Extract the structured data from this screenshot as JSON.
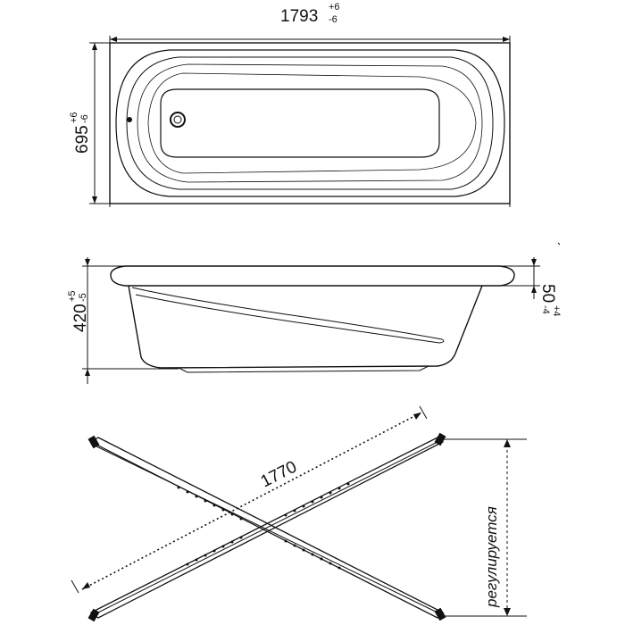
{
  "top_view": {
    "length": {
      "value": "1793",
      "tol_plus": "+6",
      "tol_minus": "-6"
    },
    "width": {
      "value": "695",
      "tol_plus": "+6",
      "tol_minus": "-6"
    }
  },
  "side_view": {
    "height": {
      "value": "420",
      "tol_plus": "+5",
      "tol_minus": "-5"
    },
    "rim": {
      "value": "50",
      "tol_plus": "+4",
      "tol_minus": "-4"
    }
  },
  "frame": {
    "length_label": "1770",
    "adjustable_label": "регулируется"
  }
}
